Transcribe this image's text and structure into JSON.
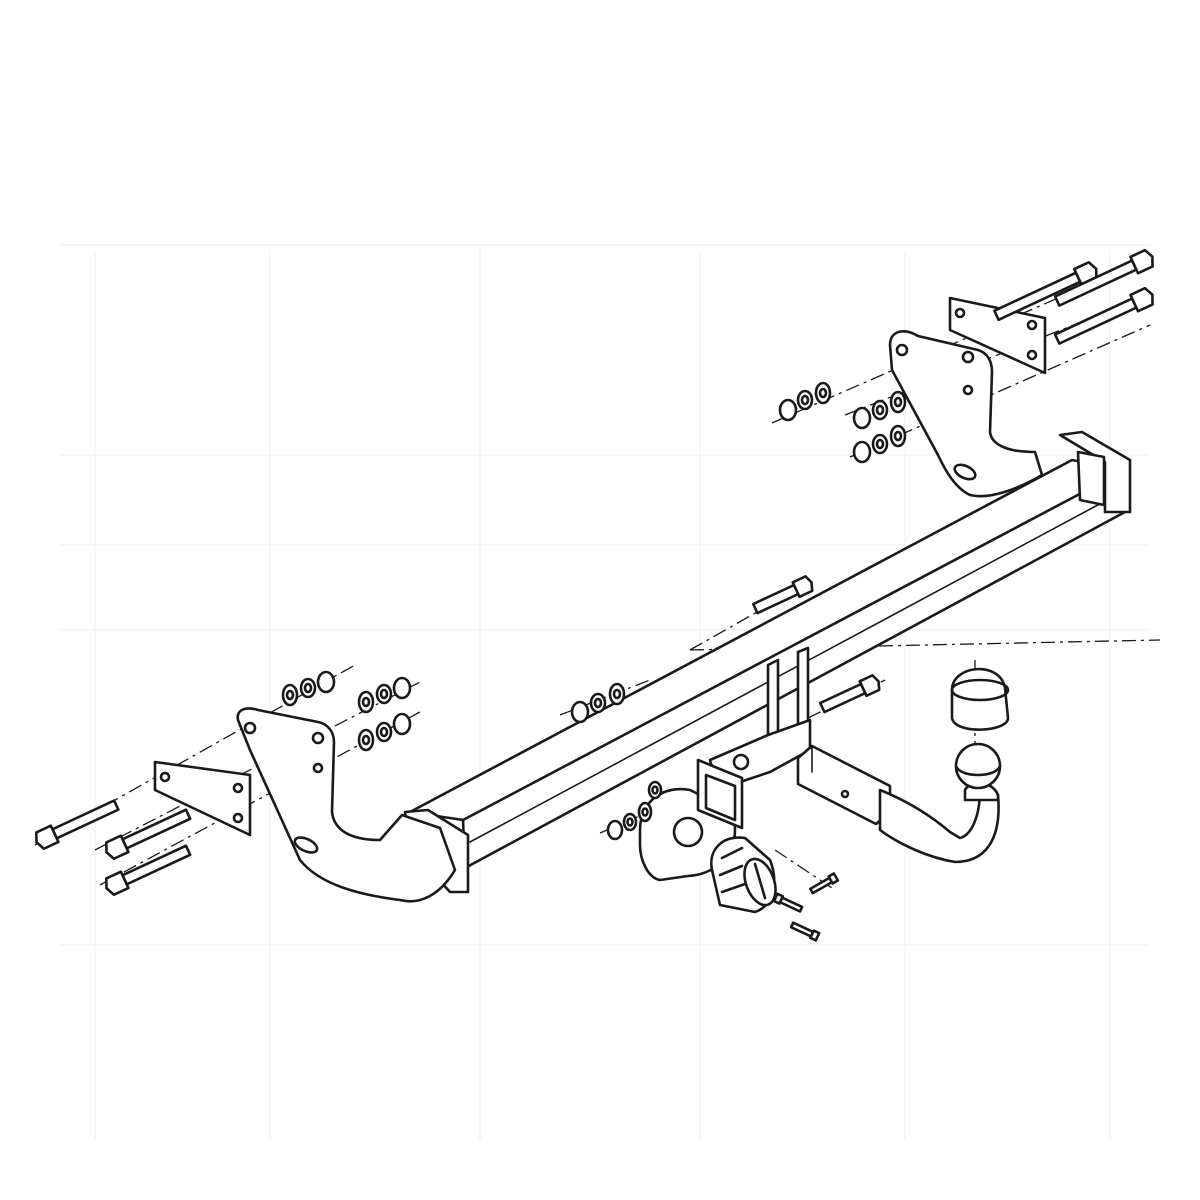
{
  "diagram": {
    "subject": "tow-bar",
    "colors": {
      "line": "#1a1a1a",
      "background": "#ffffff",
      "guide": "#f1f1f1"
    },
    "components": [
      "crossbar-beam",
      "left-side-bracket",
      "right-side-bracket",
      "left-backing-plate",
      "right-backing-plate",
      "tow-ball-neck",
      "tow-ball",
      "ball-cover-cap",
      "socket-mounting-plate",
      "electrical-socket",
      "bolts",
      "nuts-and-washers",
      "screws"
    ]
  }
}
